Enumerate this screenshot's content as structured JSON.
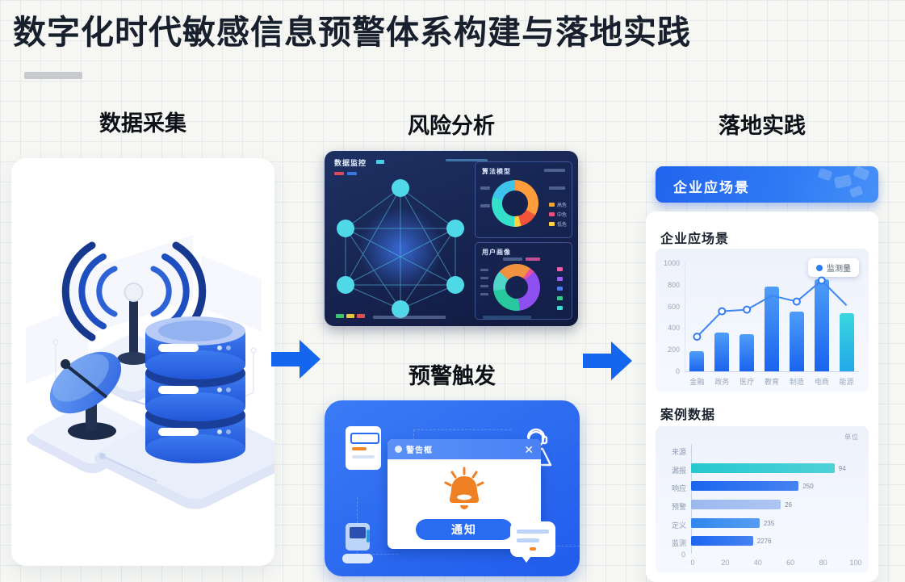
{
  "page": {
    "title": "数字化时代敏感信息预警体系构建与落地实践"
  },
  "sections": {
    "col1": "数据采集",
    "col2a": "风险分析",
    "col2b": "预警触发",
    "col3": "落地实践"
  },
  "dashboard": {
    "logo": "数据监控",
    "panel1_title": "算法模型",
    "panel2_title": "用户画像",
    "p1_legend": [
      "高危",
      "中危",
      "低危"
    ]
  },
  "alert": {
    "window_title": "警告框",
    "close_label": "✕",
    "button_label": "通知"
  },
  "scenario": {
    "button_label": "企业应场景",
    "card_title": "企业应场景",
    "case_title": "案例数据",
    "unit_label": "单位"
  },
  "colors": {
    "accent": "#1668f0",
    "panel_blue": "#2e6ef2",
    "dashboard_bg": "#16224a",
    "bar_teal": "#27c6d4"
  },
  "chart_data": [
    {
      "type": "bar",
      "note": "combo bar+line chart, legend pill top-right, no grid",
      "categories": [
        "金融",
        "政务",
        "医疗",
        "教育",
        "制造",
        "电商",
        "能源"
      ],
      "series": [
        {
          "name": "bars",
          "values": [
            190,
            355,
            345,
            780,
            555,
            850,
            540
          ]
        },
        {
          "name": "line",
          "values": [
            320,
            555,
            570,
            700,
            645,
            840,
            610
          ]
        }
      ],
      "line_markers": [
        1,
        1,
        1,
        0,
        1,
        1,
        0
      ],
      "ylim": [
        0,
        1000
      ],
      "yticks": [
        "1000",
        "800",
        "600",
        "400",
        "200",
        "0"
      ],
      "legend_label": "监测量",
      "title": "企业应场景",
      "xlabel": "",
      "ylabel": ""
    },
    {
      "type": "bar",
      "note": "horizontal bars, first row empty",
      "orientation": "horizontal",
      "categories": [
        "来源",
        "漏报",
        "响应",
        "预警",
        "定义",
        "监测"
      ],
      "values": [
        0,
        88,
        66,
        55,
        42,
        38
      ],
      "value_labels": [
        "",
        "94",
        "250",
        "26",
        "235",
        "2276"
      ],
      "bar_colors": [
        "",
        "#26c8cf",
        "#1b66ef",
        "#9cb9ef",
        "#2f87f0",
        "#1b66ef"
      ],
      "xlim": [
        0,
        100
      ],
      "xticks": [
        "0",
        "20",
        "40",
        "60",
        "80",
        "100"
      ],
      "title": "案例数据",
      "xlabel": "",
      "ylabel": ""
    }
  ]
}
